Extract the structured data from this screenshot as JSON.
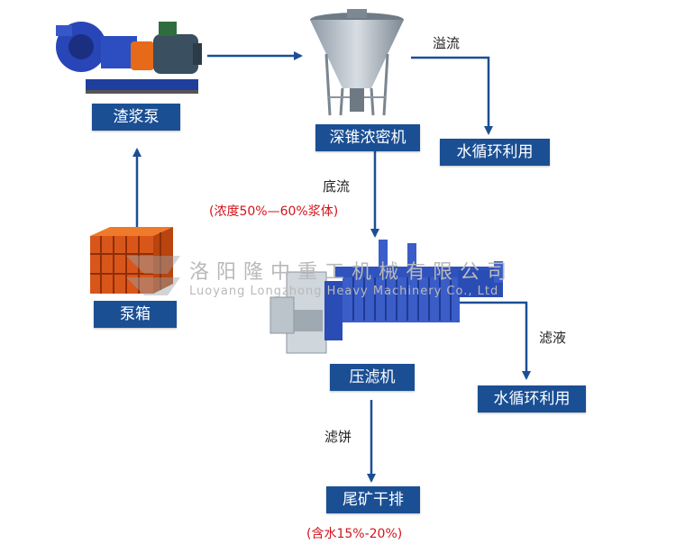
{
  "labels": {
    "slurry_pump": "渣浆泵",
    "thickener": "深锥浓密机",
    "water_reuse_top": "水循环利用",
    "pump_box": "泵箱",
    "filter_press": "压滤机",
    "water_reuse_bottom": "水循环利用",
    "tailings": "尾矿干排"
  },
  "annotations": {
    "overflow": "溢流",
    "underflow": "底流",
    "concentration": "(浓度50%—60%浆体)",
    "filtrate": "滤液",
    "filter_cake": "滤饼",
    "moisture": "(含水15%-20%)"
  },
  "watermark": {
    "company_cn": "洛阳隆中重工机械有限公司",
    "company_en": "Luoyang Longzhong Heavy Machinery Co., Ltd"
  },
  "colors": {
    "label_bg": "#1b4f94",
    "arrow": "#1b4f94",
    "highlight_text": "#d1141b"
  }
}
